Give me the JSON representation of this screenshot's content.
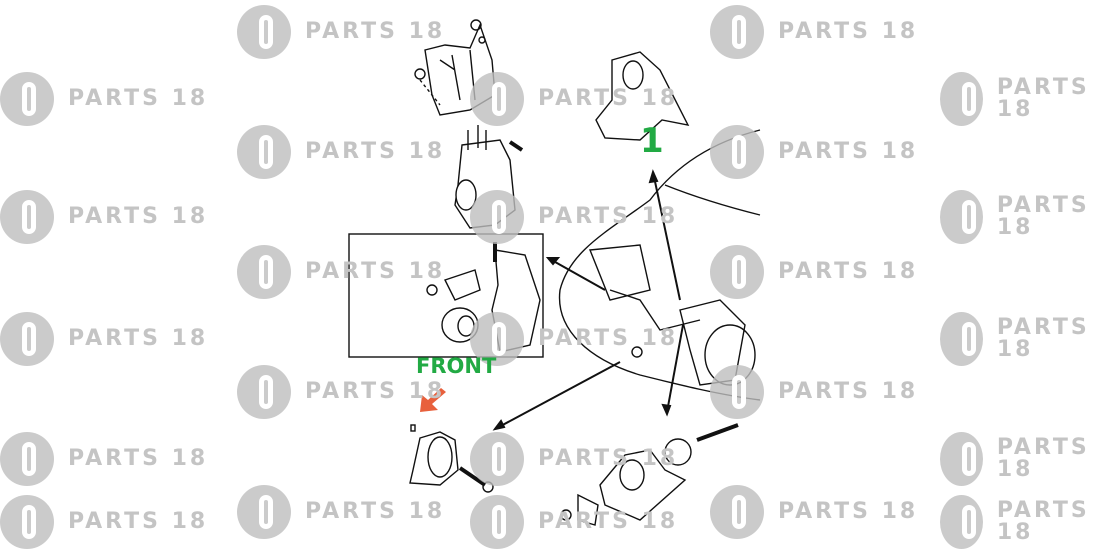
{
  "watermark": {
    "text": "PARTS 18"
  },
  "callout_number": "1",
  "front_label": "FRONT",
  "colors": {
    "callout": "#22aa44",
    "front_arrow": "#e8603c",
    "watermark": "#cbcbcb",
    "line": "#111111"
  }
}
